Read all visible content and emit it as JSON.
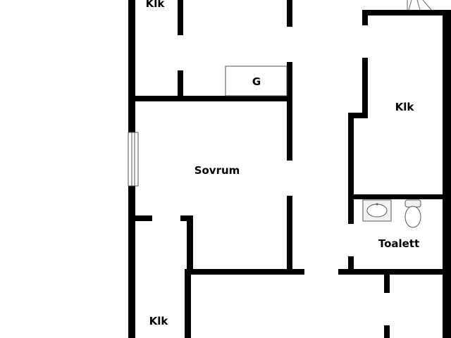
{
  "floorplan": {
    "rooms": {
      "closet_top_left": "Klk",
      "closet_right": "Klk",
      "bedroom": "Sovrum",
      "toilet": "Toalett",
      "closet_bottom_left": "Klk",
      "storage_g": "G"
    }
  },
  "colors": {
    "wall": "#000000",
    "background": "#ffffff",
    "fixture_stroke": "#555555",
    "fixture_fill": "#f2f2f2"
  }
}
